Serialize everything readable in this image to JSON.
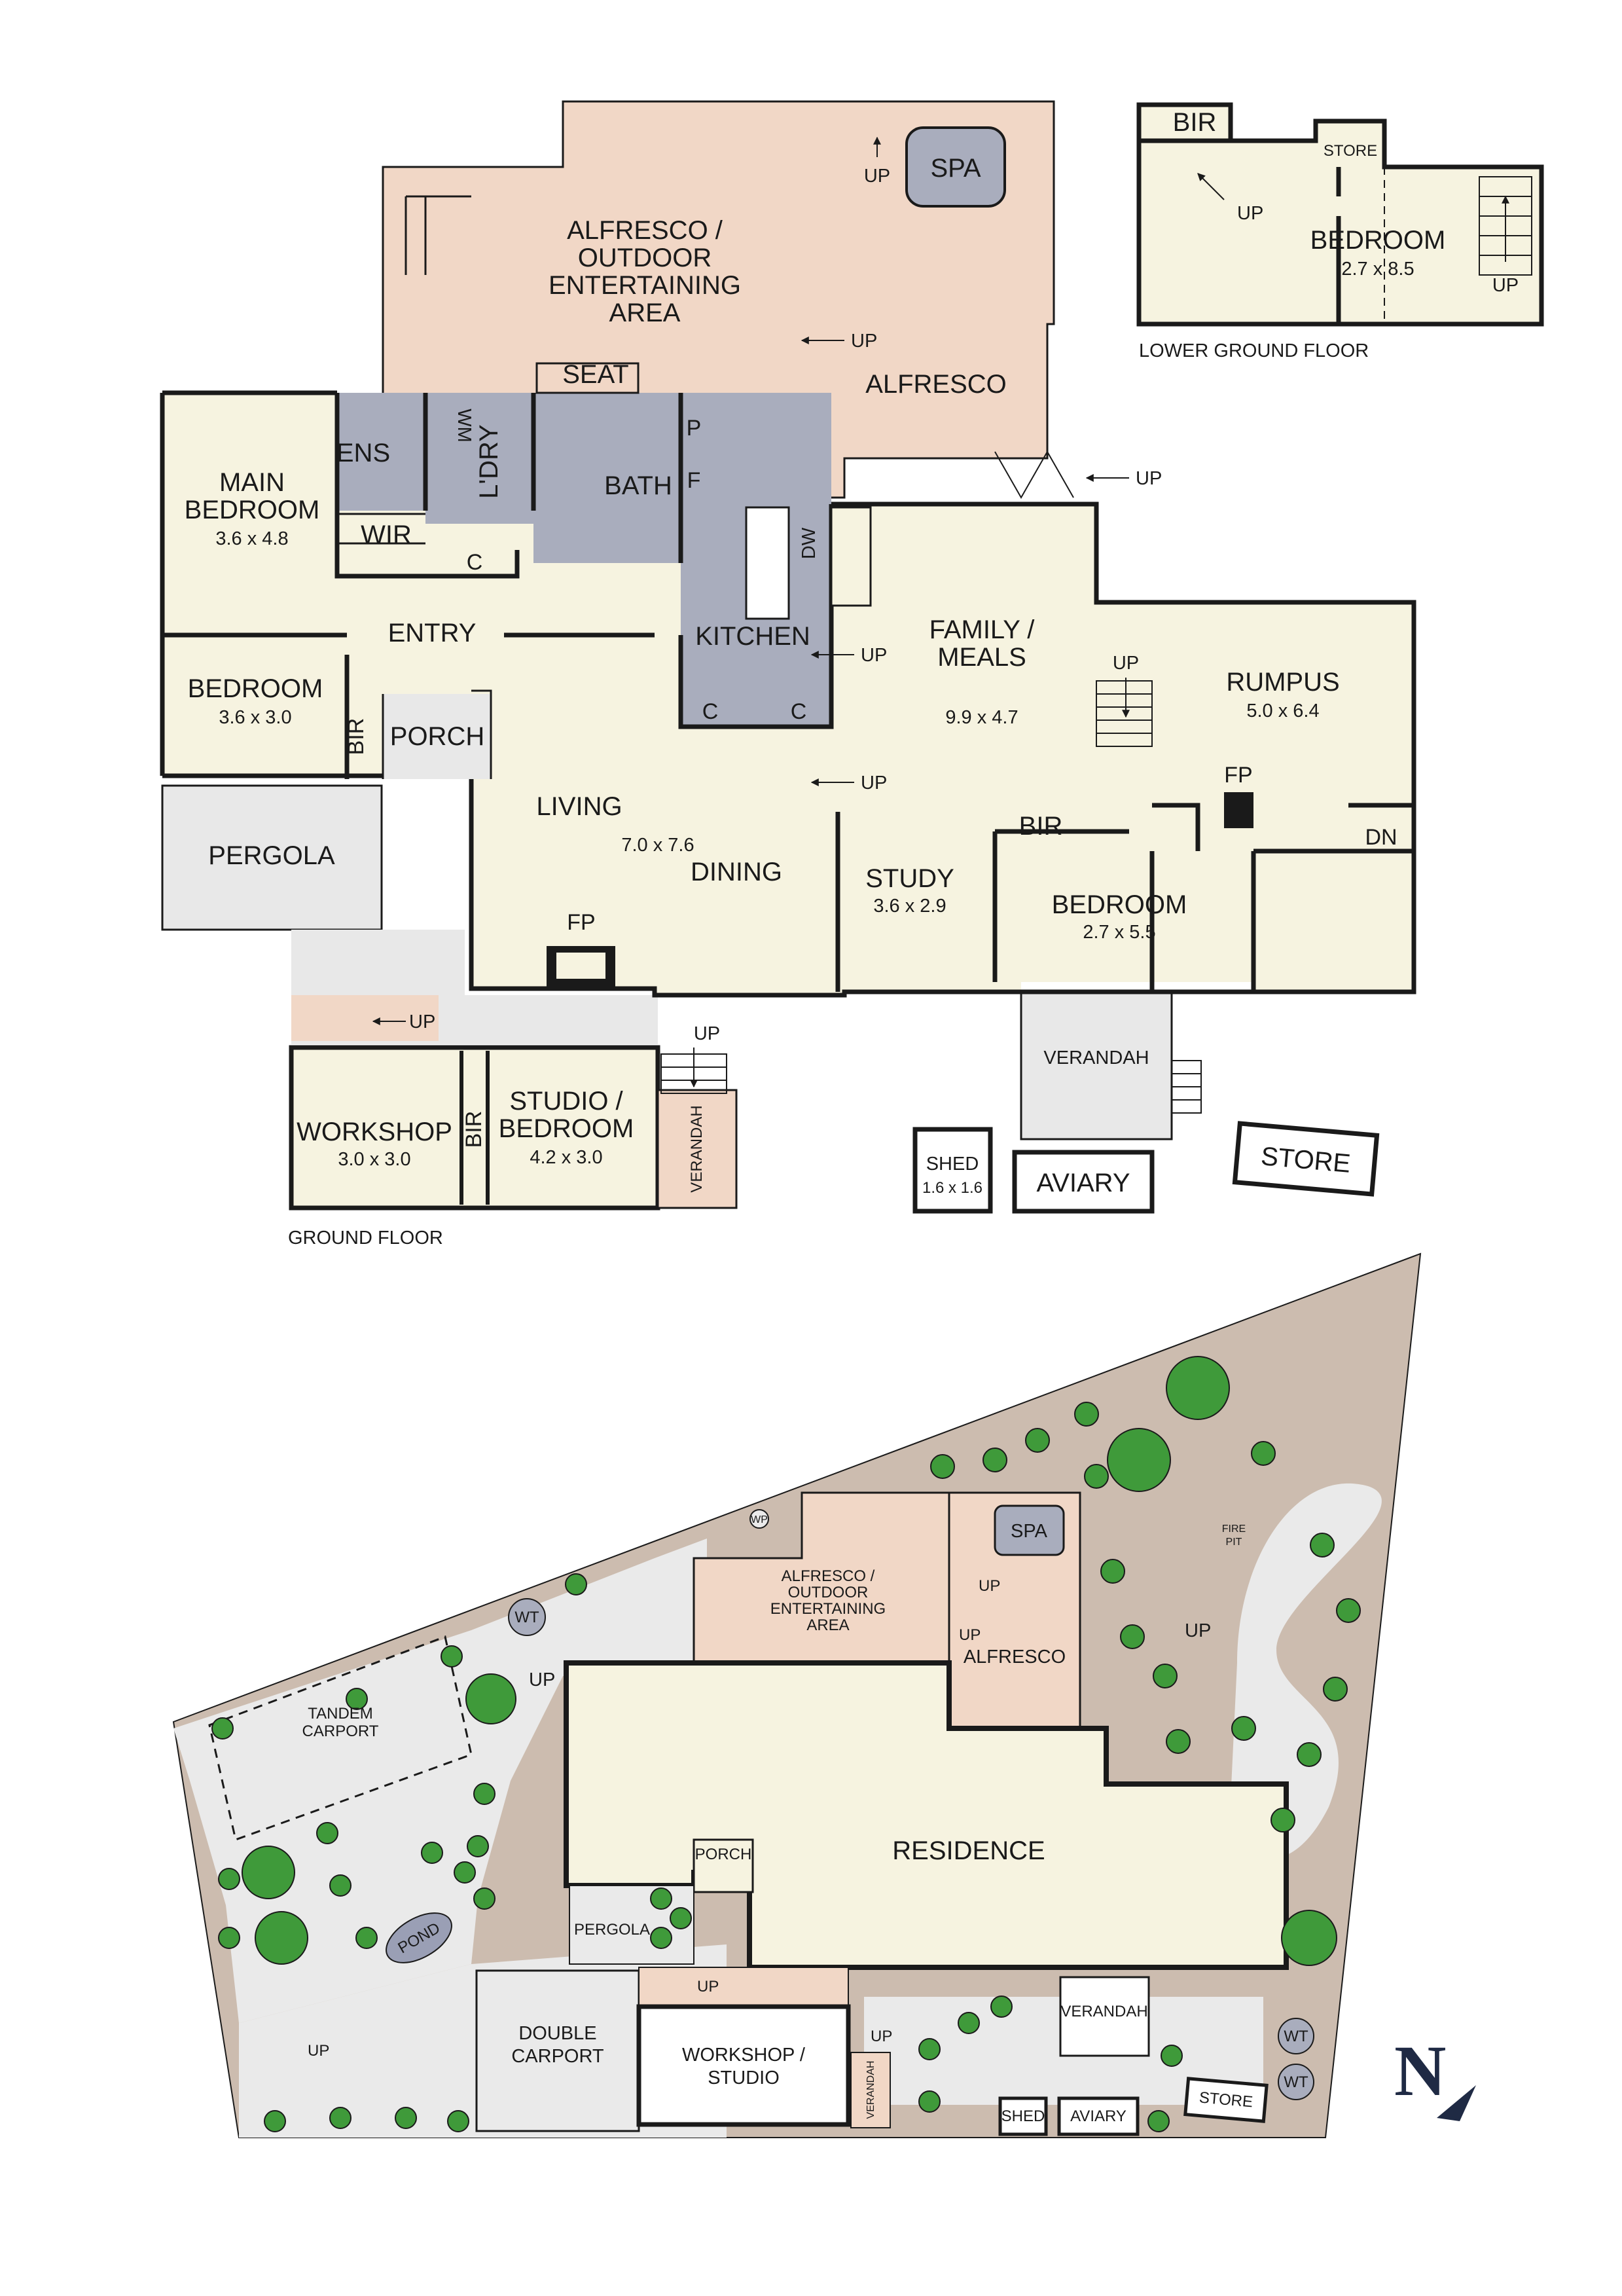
{
  "colors": {
    "interior": "#f6f3e0",
    "outdoor": "#f1d7c6",
    "wet": "#a9adbd",
    "grey": "#e8e8e8",
    "garden": "#ccbcaf",
    "tree": "#3f9a3a",
    "ink": "#1a1a1a",
    "water": "#9a9fb5"
  },
  "ground_floor": {
    "caption": "GROUND FLOOR",
    "alfresco_entertaining": [
      "ALFRESCO /",
      "OUTDOOR",
      "ENTERTAINING",
      "AREA"
    ],
    "spa": "SPA",
    "alfresco": "ALFRESCO",
    "seat": "SEAT",
    "main_bedroom": {
      "name": [
        "MAIN",
        "BEDROOM"
      ],
      "size": "3.6 x 4.8"
    },
    "ens": "ENS",
    "wm": "WM",
    "ldry": "L'DRY",
    "bath": "BATH",
    "p": "P",
    "f": "F",
    "wir": "WIR",
    "c": "C",
    "dw": "DW",
    "entry": "ENTRY",
    "kitchen": "KITCHEN",
    "family_meals": {
      "name": [
        "FAMILY /",
        "MEALS"
      ],
      "size": "9.9 x 4.7"
    },
    "bedroom2": {
      "name": "BEDROOM",
      "size": "3.6 x 3.0"
    },
    "bir": "BIR",
    "porch": "PORCH",
    "pergola": "PERGOLA",
    "living": {
      "name": "LIVING",
      "size": "7.0 x 7.6"
    },
    "dining": "DINING",
    "fp": "FP",
    "study": {
      "name": "STUDY",
      "size": "3.6 x 2.9"
    },
    "bedroom3": {
      "name": "BEDROOM",
      "size": "2.7 x 5.5"
    },
    "rumpus": {
      "name": "RUMPUS",
      "size": "5.0 x 6.4"
    },
    "up": "UP",
    "dn": "DN",
    "workshop": {
      "name": "WORKSHOP",
      "size": "3.0 x 3.0"
    },
    "studio_bedroom": {
      "name": [
        "STUDIO /",
        "BEDROOM"
      ],
      "size": "4.2 x 3.0"
    },
    "verandah": "VERANDAH",
    "shed": {
      "name": "SHED",
      "size": "1.6 x 1.6"
    },
    "aviary": "AVIARY",
    "store": "STORE"
  },
  "lower_ground": {
    "caption": "LOWER GROUND FLOOR",
    "bir": "BIR",
    "store": "STORE",
    "bedroom": {
      "name": "BEDROOM",
      "size": "2.7 x 8.5"
    },
    "up": "UP"
  },
  "site": {
    "alfresco_entertaining": [
      "ALFRESCO /",
      "OUTDOOR",
      "ENTERTAINING",
      "AREA"
    ],
    "spa": "SPA",
    "alfresco": "ALFRESCO",
    "wp": "WP",
    "wt": "WT",
    "fire_pit": [
      "FIRE",
      "PIT"
    ],
    "tandem_carport": [
      "TANDEM",
      "CARPORT"
    ],
    "residence": "RESIDENCE",
    "porch": "PORCH",
    "pergola": "PERGOLA",
    "pond": "POND",
    "double_carport": [
      "DOUBLE",
      "CARPORT"
    ],
    "workshop_studio": [
      "WORKSHOP /",
      "STUDIO"
    ],
    "verandah": "VERANDAH",
    "shed": "SHED",
    "aviary": "AVIARY",
    "store": "STORE",
    "up": "UP"
  },
  "compass": {
    "label": "N"
  }
}
